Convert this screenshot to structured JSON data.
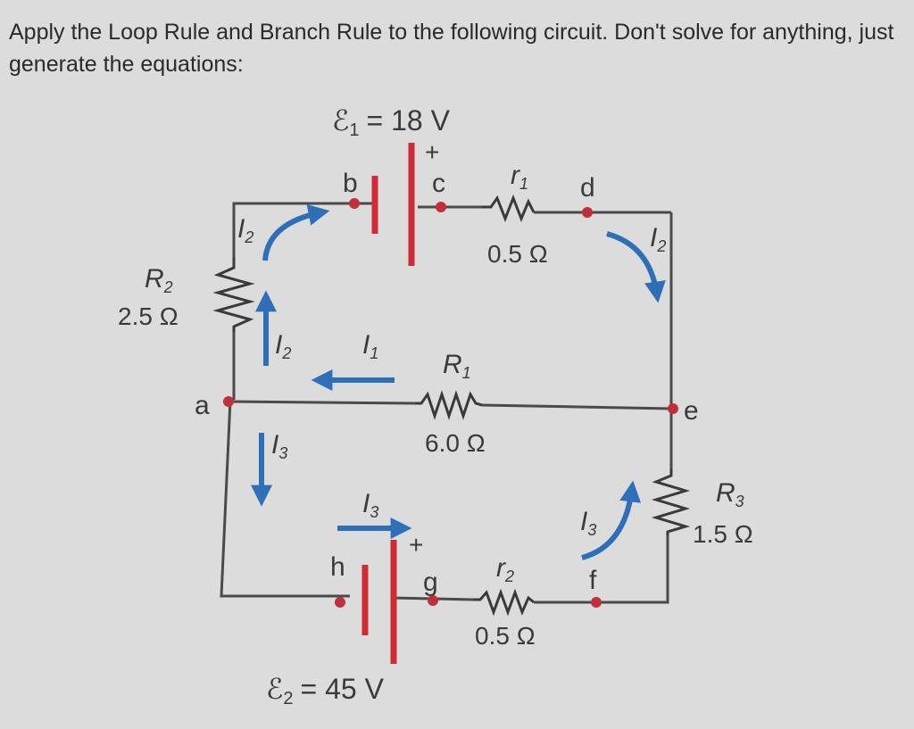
{
  "question": "Apply the Loop Rule and Branch Rule to the following circuit. Don't solve for anything, just generate the equations:",
  "emf1": {
    "symbol": "ℰ",
    "sub": "1",
    "value": "= 18 V"
  },
  "emf2": {
    "symbol": "ℰ",
    "sub": "2",
    "value": "= 45 V"
  },
  "plus": "+",
  "nodes": {
    "a": "a",
    "b": "b",
    "c": "c",
    "d": "d",
    "e": "e",
    "f": "f",
    "g": "g",
    "h": "h"
  },
  "r1": {
    "name": "r",
    "sub": "1",
    "value": "0.5 Ω"
  },
  "r2": {
    "name": "r",
    "sub": "2",
    "value": "0.5 Ω"
  },
  "R1": {
    "name": "R",
    "sub": "1",
    "value": "6.0 Ω"
  },
  "R2": {
    "name": "R",
    "sub": "2",
    "value": "2.5 Ω"
  },
  "R3": {
    "name": "R",
    "sub": "3",
    "value": "1.5 Ω"
  },
  "currents": {
    "I": "I",
    "sub1": "1",
    "sub2": "2",
    "sub3": "3"
  },
  "colors": {
    "wire": "#4a4a4a",
    "arrow": "#2e6fb8",
    "node": "#c0303a",
    "battery": "#d02a36"
  }
}
